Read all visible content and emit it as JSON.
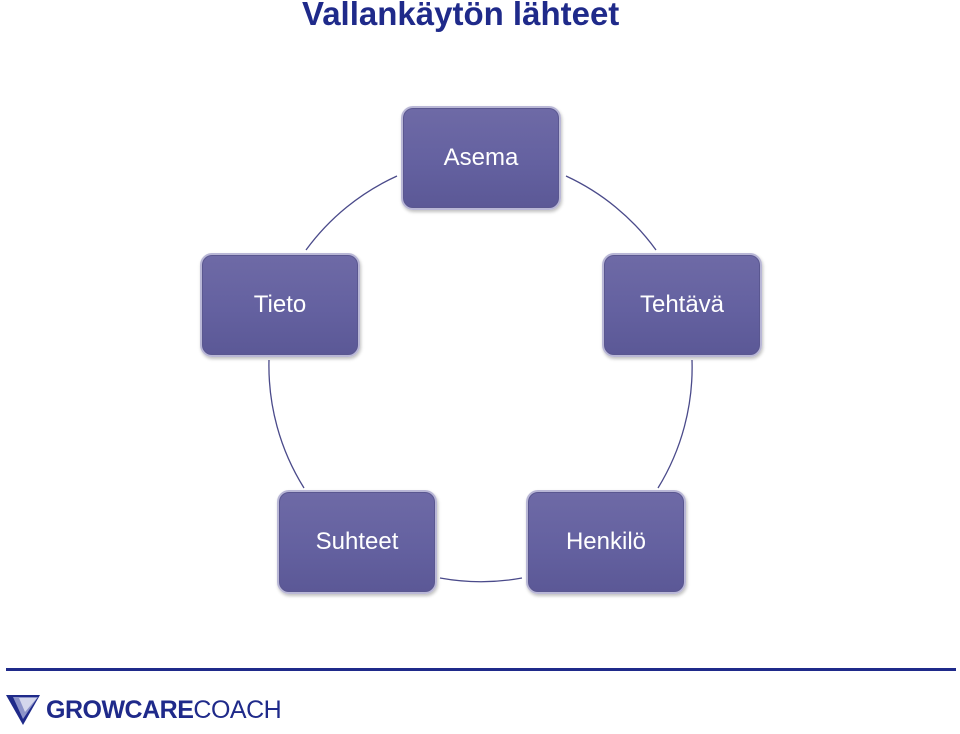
{
  "slide": {
    "title": "Vallankäytön lähteet"
  },
  "diagram": {
    "type": "cycle",
    "nodes": [
      {
        "label": "Asema"
      },
      {
        "label": "Tehtävä"
      },
      {
        "label": "Henkilö"
      },
      {
        "label": "Suhteet"
      },
      {
        "label": "Tieto"
      }
    ]
  },
  "footer": {
    "brand_grow": "GROW",
    "brand_care": "CARE",
    "brand_coach": "COACH"
  },
  "colors": {
    "title": "#1f2a8a",
    "node_fill": "#6461a0",
    "node_border": "#b9b7d6",
    "connector": "#4a4a8a",
    "rule": "#1f2a8a"
  }
}
